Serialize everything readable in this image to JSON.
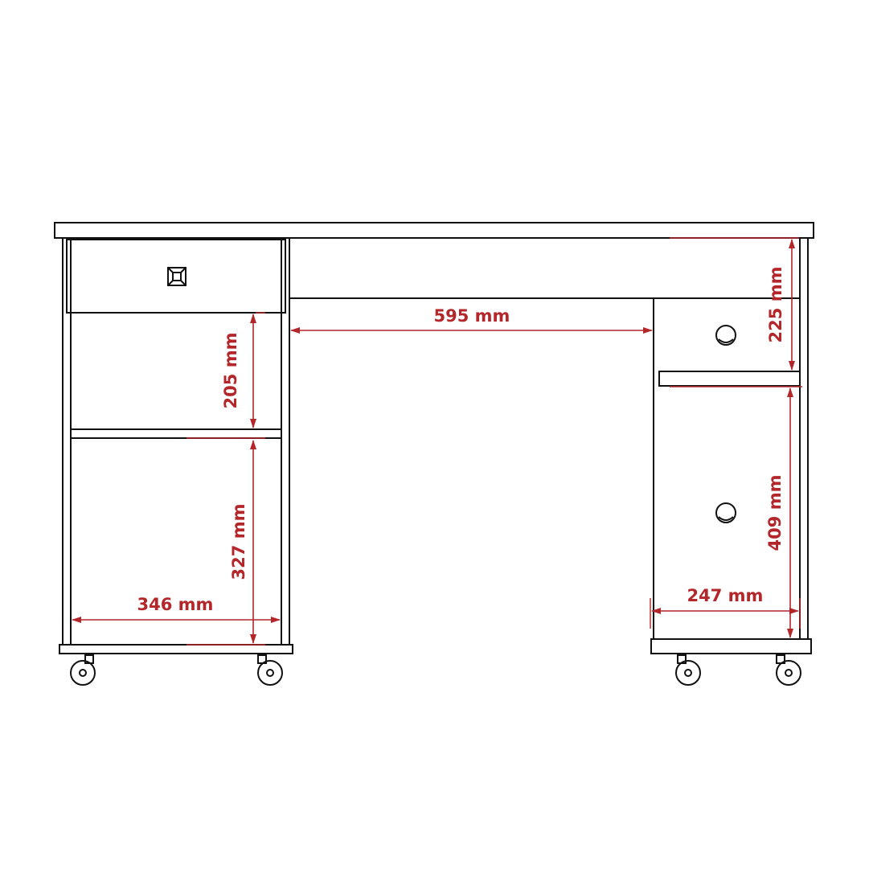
{
  "diagram": {
    "dimensions": {
      "gap_width": "595 mm",
      "upper_shelf_height": "205 mm",
      "lower_shelf_height": "327 mm",
      "left_unit_width": "346 mm",
      "drawer_height": "225 mm",
      "lower_door_height": "409 mm",
      "right_unit_width": "247 mm"
    },
    "colors": {
      "outline": "#111111",
      "dimension": "#b3262a",
      "background": "#ffffff"
    },
    "icons": {
      "drawer_handle": "square-knob-icon",
      "cabinet_handle": "round-knob-icon",
      "caster": "caster-wheel-icon"
    }
  }
}
